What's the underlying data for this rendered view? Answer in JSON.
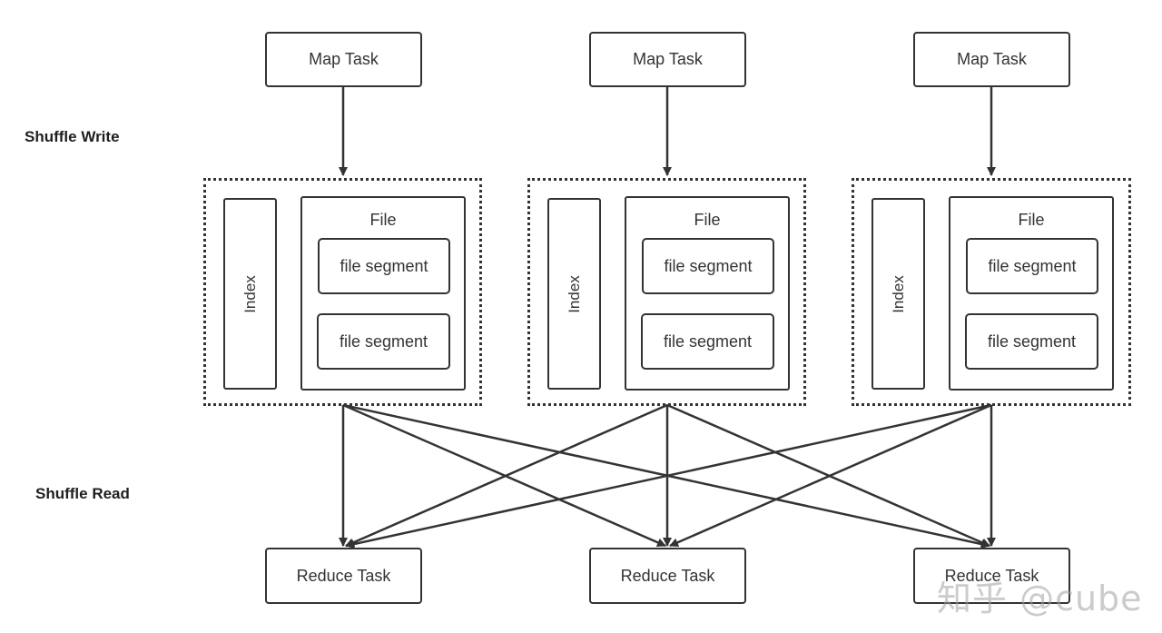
{
  "stages": {
    "write": "Shuffle Write",
    "read": "Shuffle Read"
  },
  "map_tasks": [
    "Map Task",
    "Map Task",
    "Map Task"
  ],
  "groups": [
    {
      "index_label": "Index",
      "file_label": "File",
      "segments": [
        "file segment",
        "file segment"
      ]
    },
    {
      "index_label": "Index",
      "file_label": "File",
      "segments": [
        "file segment",
        "file segment"
      ]
    },
    {
      "index_label": "Index",
      "file_label": "File",
      "segments": [
        "file segment",
        "file segment"
      ]
    }
  ],
  "reduce_tasks": [
    "Reduce Task",
    "Reduce Task",
    "Reduce Task"
  ],
  "watermark": "知乎 @cube",
  "colors": {
    "stroke": "#333333",
    "background": "#ffffff"
  }
}
